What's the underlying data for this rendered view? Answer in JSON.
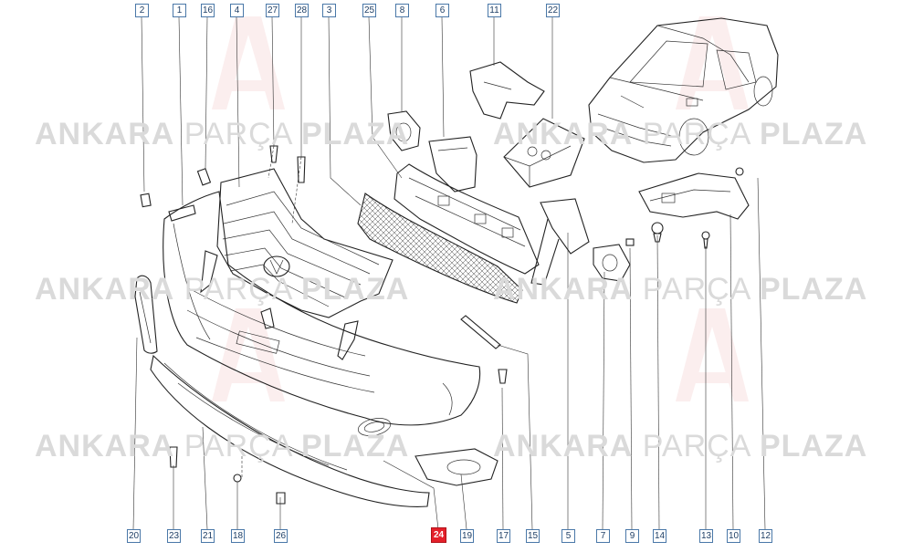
{
  "watermark": {
    "word1": "ANKARA",
    "word2": "PARÇA",
    "word3": "PLAZA"
  },
  "callouts_top": [
    "2",
    "1",
    "16",
    "4",
    "27",
    "28",
    "3",
    "25",
    "8",
    "6",
    "11",
    "22"
  ],
  "callouts_bottom": [
    "20",
    "23",
    "21",
    "18",
    "26",
    "24",
    "19",
    "17",
    "15",
    "5",
    "7",
    "9",
    "14",
    "13",
    "10",
    "12"
  ],
  "highlighted_part": "24",
  "colors": {
    "callout_border": "#4a78a8",
    "callout_text": "#1f3f66",
    "highlight": "#e4202a",
    "watermark": "#dadada"
  }
}
